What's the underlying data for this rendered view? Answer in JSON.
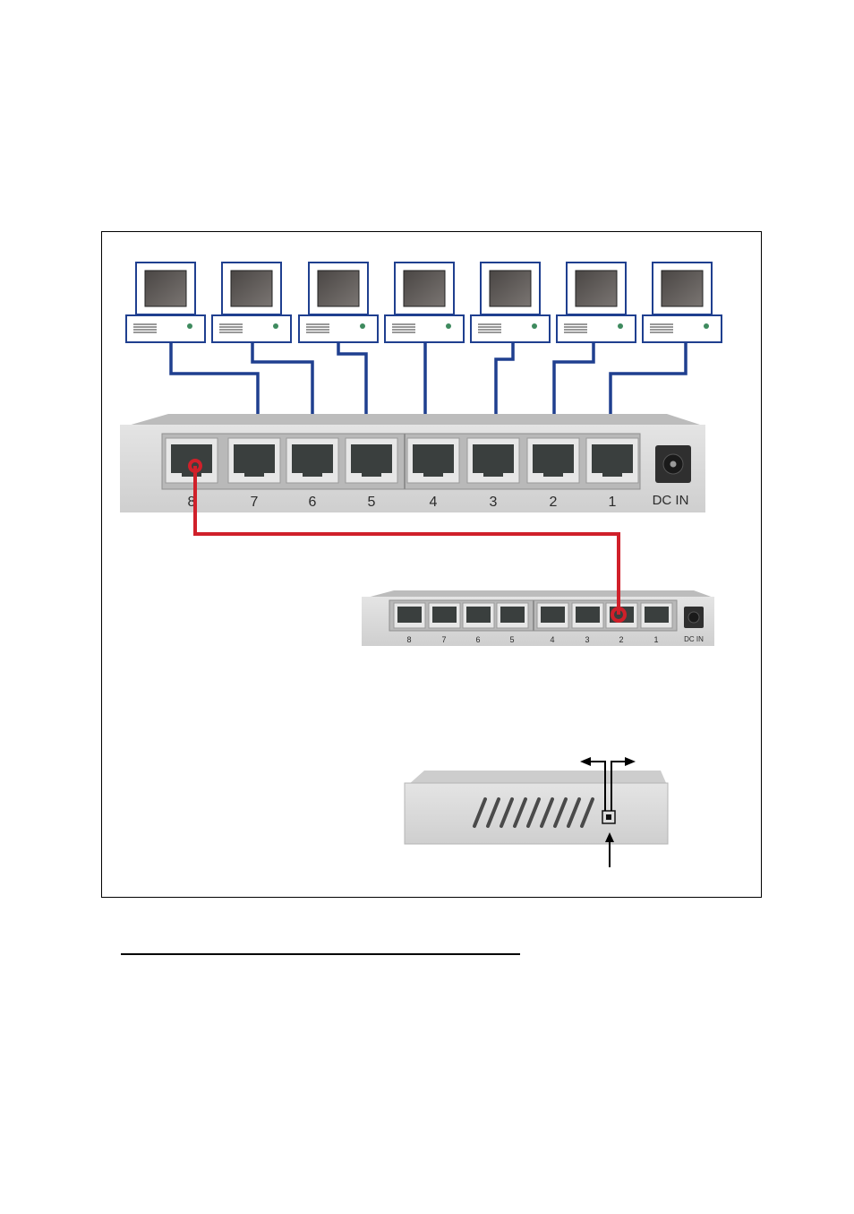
{
  "main_switch": {
    "ports": [
      "8",
      "7",
      "6",
      "5",
      "4",
      "3",
      "2",
      "1"
    ],
    "power_label": "DC IN"
  },
  "second_switch": {
    "ports": [
      "8",
      "7",
      "6",
      "5",
      "4",
      "3",
      "2",
      "1"
    ],
    "power_label": "DC IN"
  },
  "computers": [
    "pc",
    "pc",
    "pc",
    "pc",
    "pc",
    "pc",
    "pc"
  ],
  "colors": {
    "client_cable": "#1f3f8f",
    "uplink_cable": "#d0202a",
    "chassis": "#d9d9d9",
    "chassis_top": "#c8c8c8",
    "port": "#3a3f3e",
    "monitor_screen": "#5f5a57",
    "led": "#3e8a5e"
  },
  "icons": [
    "computer-icon",
    "rj45-port-icon",
    "dc-power-jack-icon",
    "arrow-icon",
    "mdi-switch-icon"
  ]
}
